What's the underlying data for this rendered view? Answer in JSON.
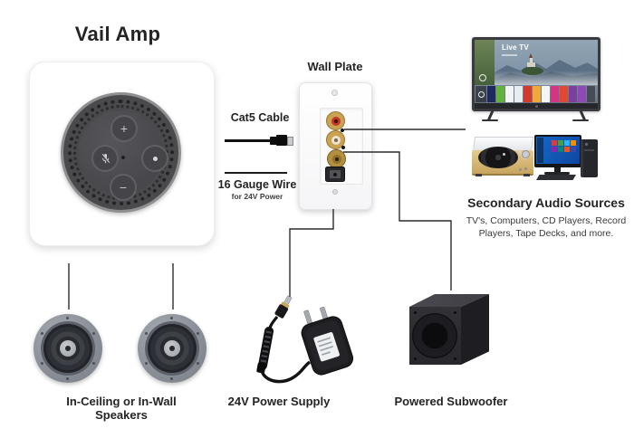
{
  "title": "Vail Amp",
  "amp": {
    "buttons": {
      "plus": "+",
      "minus": "−"
    }
  },
  "wall_plate": {
    "label": "Wall Plate"
  },
  "cat5": {
    "label": "Cat5 Cable"
  },
  "gauge_wire": {
    "label": "16 Gauge Wire",
    "sublabel": "for 24V Power"
  },
  "tv": {
    "overlay_title": "Live TV",
    "launcher_tile_colors": [
      "#1c2a60",
      "#62b23e",
      "#f4f4f4",
      "#e8edf2",
      "#d5392d",
      "#f2a73b",
      "#f5f5f5",
      "#d63384",
      "#e0482f",
      "#7b3fa0",
      "#8d49b5",
      "#474b55"
    ]
  },
  "computer": {
    "screen_tile_colors": [
      "#e53935",
      "#43a047",
      "#29b6f6",
      "#fb8c00",
      "#8e24aa",
      "#00897b",
      "#f4511e",
      "#3949ab"
    ]
  },
  "secondary_sources": {
    "title": "Secondary Audio Sources",
    "description_line1": "TV's, Computers, CD Players, Record",
    "description_line2": "Players, Tape Decks, and more."
  },
  "captions": {
    "speakers": "In-Ceiling or In-Wall Speakers",
    "power_supply": "24V Power Supply",
    "subwoofer": "Powered Subwoofer"
  },
  "colors": {
    "background": "#ffffff",
    "connection_line": "#2b2b2b",
    "text": "#242424",
    "rca_red": "#c43527",
    "rca_white": "#ece3d0",
    "rca_gold": "#a5812f",
    "gold_ring": "#c9a252"
  }
}
